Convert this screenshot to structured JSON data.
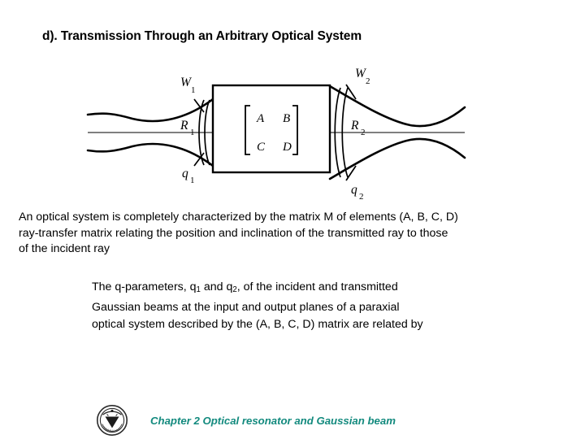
{
  "slide": {
    "title": "d). Transmission Through an Arbitrary Optical System",
    "background_color": "#ffffff",
    "text_color": "#000000"
  },
  "figure": {
    "name": "gaussian-beam-abcd-system-diagram",
    "optical_system_box": {
      "matrix_label": "ABCD ray-transfer matrix",
      "elements": {
        "a": "A",
        "b": "B",
        "c": "C",
        "d": "D"
      },
      "bracket_left": "[",
      "bracket_right": "]"
    },
    "input_labels": {
      "beam_width": "W",
      "beam_width_sub": "1",
      "radius": "R",
      "radius_sub": "1",
      "q_parameter": "q",
      "q_parameter_sub": "1"
    },
    "output_labels": {
      "beam_width": "W",
      "beam_width_sub": "2",
      "radius": "R",
      "radius_sub": "2",
      "q_parameter": "q",
      "q_parameter_sub": "2"
    },
    "line_color": "#000000",
    "axis_label": "optical axis"
  },
  "body": {
    "line1": "An optical system is completely characterized by the matrix M of elements (A, B, C, D)",
    "line2": "ray-transfer matrix relating the position and inclination of the transmitted ray to those",
    "line3": "of the incident ray"
  },
  "indented": {
    "line1_part1": "The q-parameters, q",
    "line1_sub1": "1",
    "line1_part2": " and q",
    "line1_sub2": "2",
    "line1_part3": ", of the incident and transmitted",
    "line2": "Gaussian beams at the input and output planes of a paraxial",
    "line3": "optical system described by the (A, B, C, D) matrix are related by"
  },
  "footer": {
    "text": "Chapter 2  Optical resonator and Gaussian beam",
    "text_color": "#138a7e",
    "logo_name": "university-seal-logo"
  }
}
